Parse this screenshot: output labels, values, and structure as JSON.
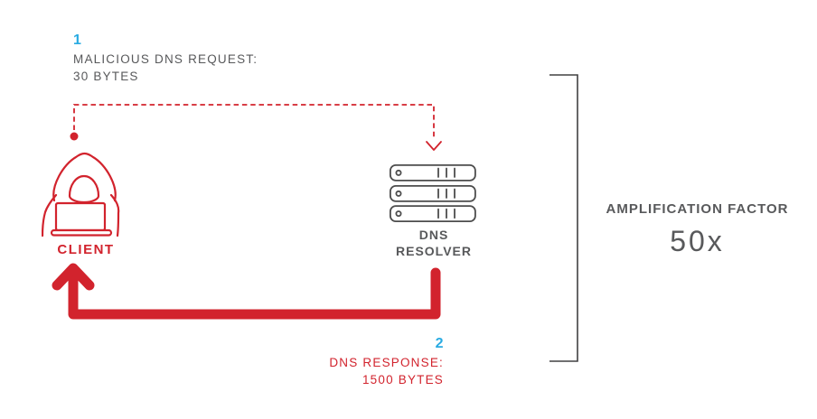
{
  "colors": {
    "red": "#D2232D",
    "blue": "#29ABE2",
    "gray": "#58595B",
    "bracket": "#414042",
    "server": "#4D4D4D"
  },
  "diagram": {
    "step1": {
      "number": "1",
      "line1": "MALICIOUS DNS REQUEST:",
      "line2": "30 BYTES"
    },
    "client": {
      "label": "CLIENT",
      "icon": "hacker-laptop-icon"
    },
    "resolver": {
      "label_line1": "DNS",
      "label_line2": "RESOLVER",
      "icon": "server-stack-icon"
    },
    "step2": {
      "number": "2",
      "line1": "DNS RESPONSE:",
      "line2": "1500 BYTES"
    },
    "amplification": {
      "label": "AMPLIFICATION FACTOR",
      "value": "50x"
    }
  }
}
